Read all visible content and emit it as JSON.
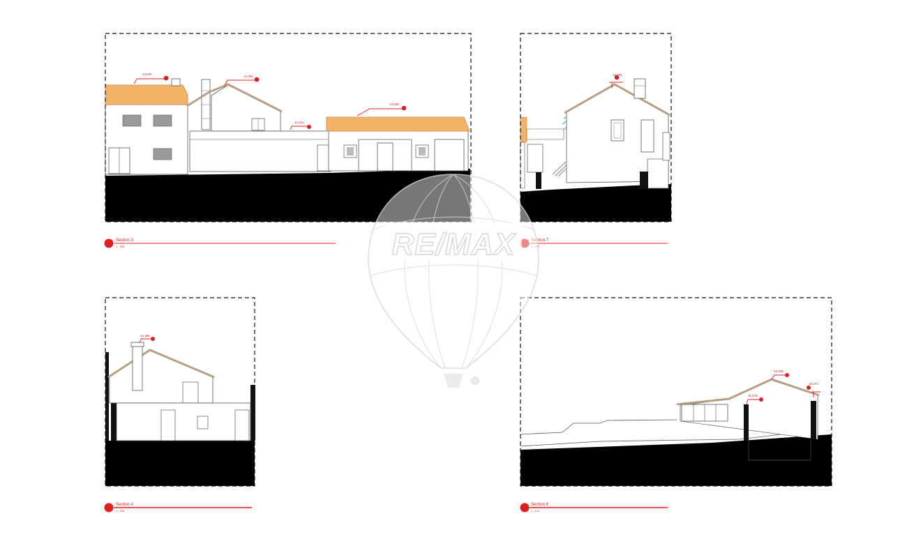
{
  "sections": [
    {
      "title": "Section 3",
      "scale": "1 : 100",
      "levels": [
        "13,620",
        "13,760",
        "13,045",
        "12,211"
      ]
    },
    {
      "title": "Section 7",
      "scale": "1 : 100",
      "levels": [
        "13,760"
      ]
    },
    {
      "title": "Section 4",
      "scale": "1 : 100",
      "levels": [
        "14,186"
      ]
    },
    {
      "title": "Section 8",
      "scale": "1 : 100",
      "levels": [
        "13,045",
        "11,279",
        "10,371"
      ]
    }
  ],
  "watermark": {
    "brand": "RE/MAX",
    "registered": "®"
  },
  "colors": {
    "annotation_red": "#e02020",
    "roof_tile": "#f5b366",
    "roof_edge": "#b89e82",
    "ground": "#000000",
    "window_fill": "#9a9a9a",
    "watermark": "#d8d8d8"
  }
}
